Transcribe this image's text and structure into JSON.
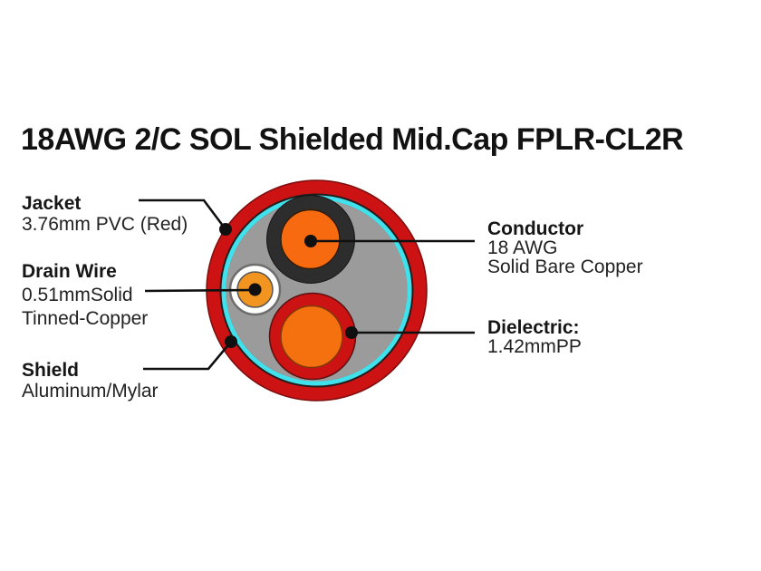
{
  "title": "18AWG 2/C SOL Shielded Mid.Cap FPLR-CL2R",
  "callouts": {
    "jacket": {
      "heading": "Jacket",
      "lines": [
        "3.76mm PVC (Red)"
      ]
    },
    "drain_wire": {
      "heading": "Drain Wire",
      "lines": [
        "0.51mmSolid",
        "Tinned-Copper"
      ]
    },
    "shield": {
      "heading": "Shield",
      "lines": [
        "Aluminum/Mylar"
      ]
    },
    "conductor": {
      "heading": "Conductor",
      "lines": [
        "18 AWG",
        "Solid Bare Copper"
      ]
    },
    "dielectric": {
      "heading": "Dielectric:",
      "lines": [
        "1.42mmPP"
      ]
    }
  },
  "colors": {
    "jacket_red": "#cc1212",
    "shield_cyan": "#3fe2ec",
    "filler_gray": "#9b9b9b",
    "insulation_black": "#2d2d2d",
    "conductor_orange": "#f76a10",
    "dielectric_red": "#cc1212",
    "dielectric_core_orange": "#f5700e",
    "drain_insulation_white": "#ffffff",
    "drain_copper_orange": "#f19420",
    "leader_black": "#101010"
  }
}
